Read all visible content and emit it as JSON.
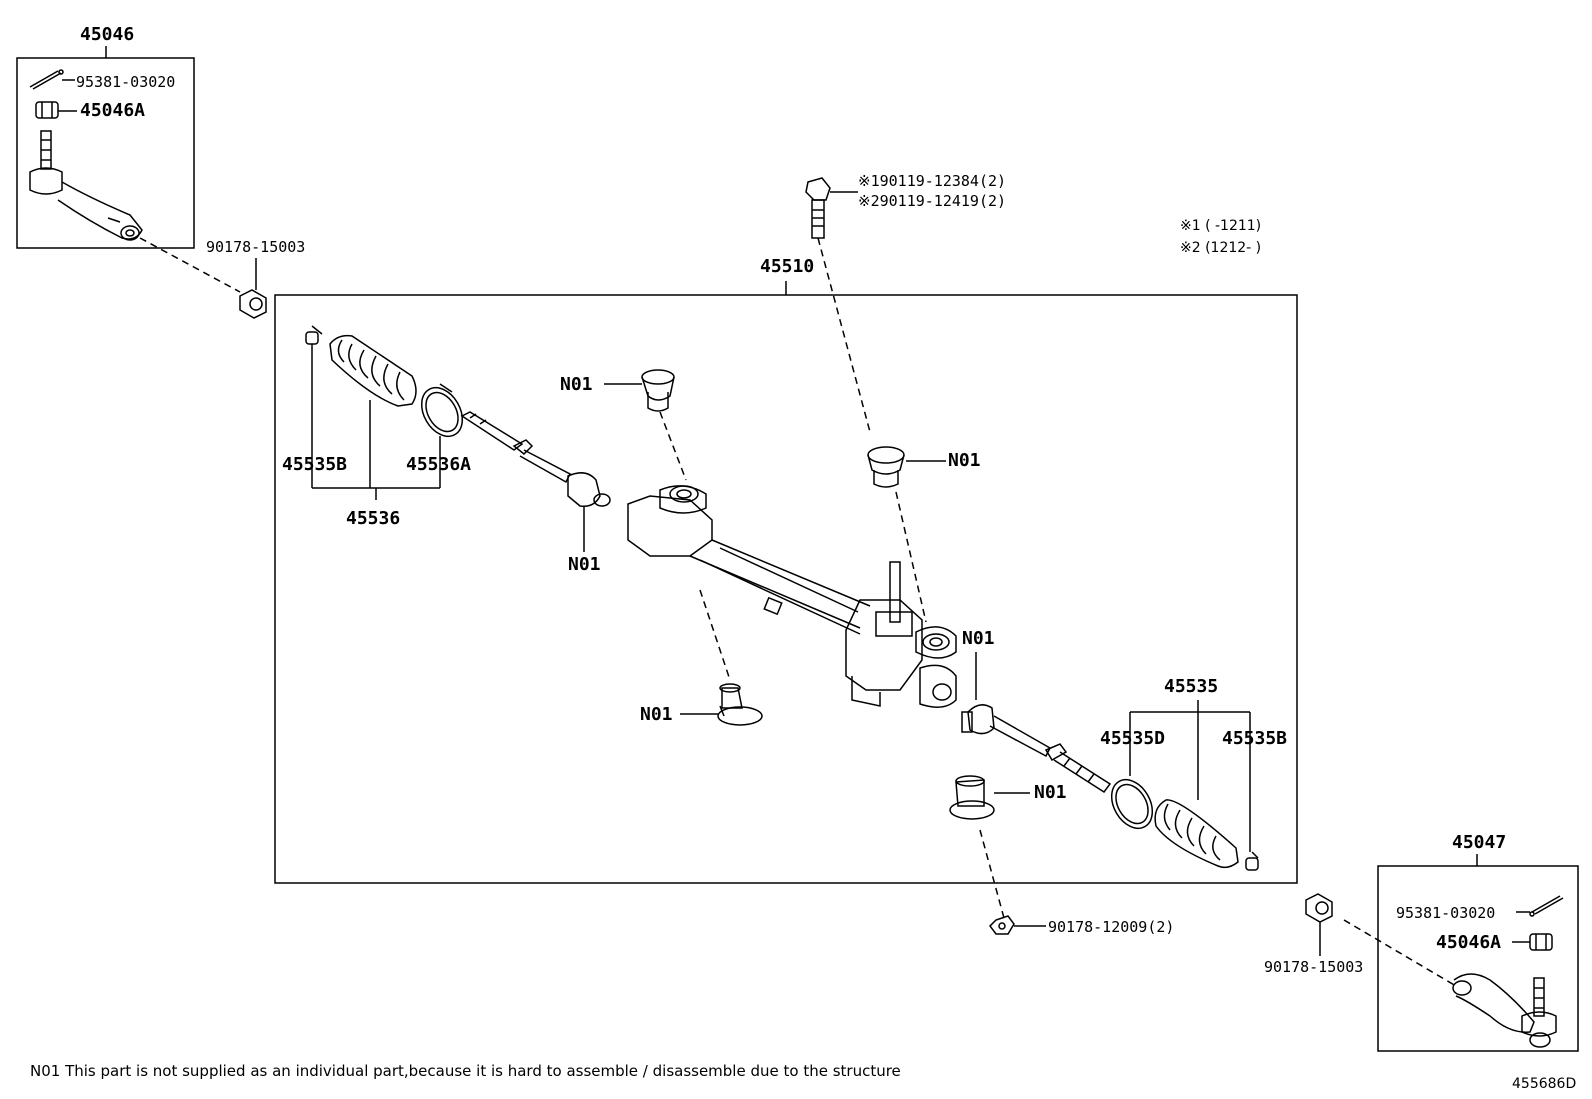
{
  "labels": {
    "tie_rod_end_lh": "45046",
    "cotter_pin_lh": "95381-03020",
    "nut_lh": "45046A",
    "bushing_lh": "90178-15003",
    "gear_assy": "45510",
    "bolt_1": "※190119-12384(2)",
    "bolt_2": "※290119-12419(2)",
    "bushing_top_left": "N01",
    "bushing_top_right": "N01",
    "bushing_bottom_left": "N01",
    "bushing_bottom_right": "N01",
    "rod_end_left_n01": "N01",
    "rod_end_right_n01": "N01",
    "boot_clip_b_left": "45535B",
    "boot_clamp_a_left": "45536A",
    "boot_kit_left": "45536",
    "boot_kit_right": "45535",
    "boot_clamp_d_right": "45535D",
    "boot_clip_b_right": "45535B",
    "nut_bottom": "90178-12009(2)",
    "tie_rod_end_rh": "45047",
    "cotter_pin_rh": "95381-03020",
    "nut_rh": "45046A",
    "bushing_rh": "90178-15003"
  },
  "applicability": {
    "line1": "※1 (    -1211)",
    "line2": "※2 (1212-     )"
  },
  "footnote": "N01 This part is not supplied as an individual part,because it is hard to assemble / disassemble due to the structure",
  "diagram_id": "455686D"
}
